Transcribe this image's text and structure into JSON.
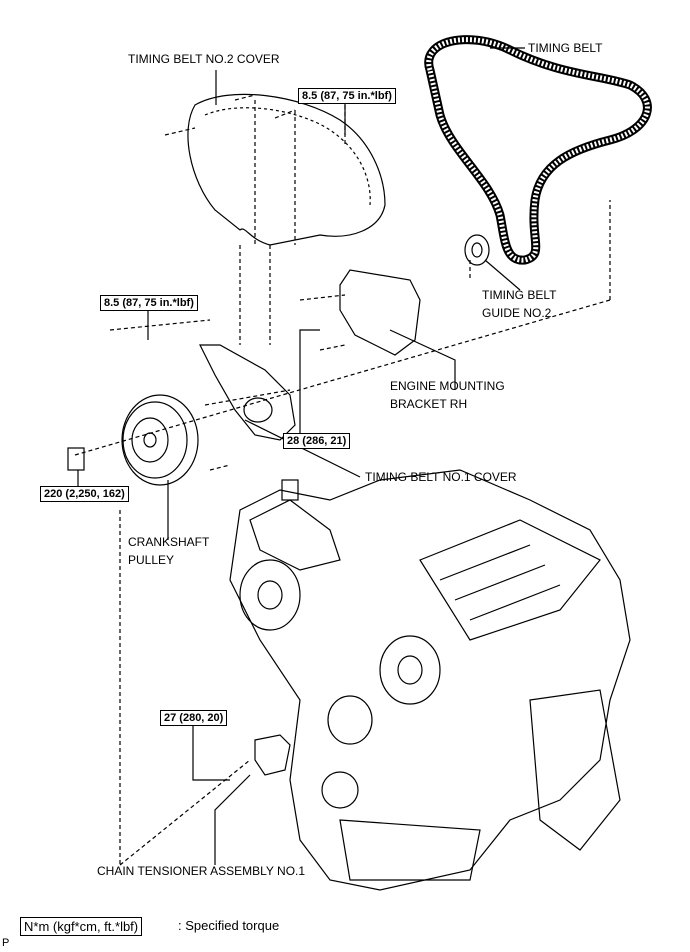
{
  "labels": {
    "timing_belt_no2_cover": "TIMING BELT NO.2 COVER",
    "timing_belt": "TIMING BELT",
    "timing_belt_guide_no2_line1": "TIMING BELT",
    "timing_belt_guide_no2_line2": "GUIDE NO.2",
    "engine_mounting_bracket_line1": "ENGINE MOUNTING",
    "engine_mounting_bracket_line2": "BRACKET RH",
    "timing_belt_no1_cover": "TIMING BELT NO.1 COVER",
    "crankshaft_pulley_line1": "CRANKSHAFT",
    "crankshaft_pulley_line2": "PULLEY",
    "chain_tensioner": "CHAIN TENSIONER ASSEMBLY NO.1"
  },
  "torques": {
    "cover2_bolt": "8.5 (87, 75 in.*lbf)",
    "cover1_bolt": "8.5 (87, 75 in.*lbf)",
    "bracket_bolt": "28 (286, 21)",
    "pulley_bolt": "220 (2,250, 162)",
    "tensioner_bolt": "27 (280, 20)"
  },
  "legend": {
    "unit": "N*m (kgf*cm, ft.*lbf)",
    "text": ": Specified torque"
  },
  "corner_mark": "P"
}
